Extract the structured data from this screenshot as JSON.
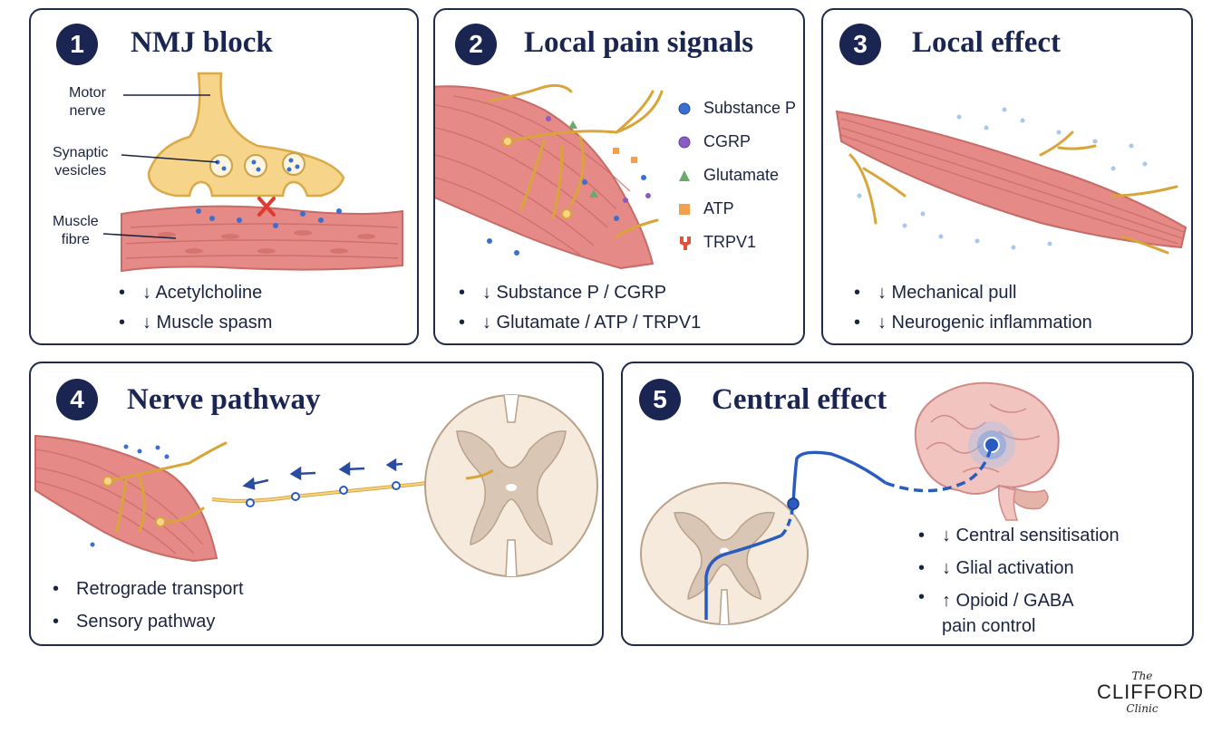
{
  "panels": [
    {
      "number": "1",
      "title": "NMJ block",
      "labels": {
        "motor_nerve": "Motor\nnerve",
        "synaptic_vesicles": "Synaptic\nvesicles",
        "muscle_fibre": "Muscle\nfibre"
      },
      "bullets": [
        "↓ Acetylcholine",
        "↓ Muscle spasm"
      ]
    },
    {
      "number": "2",
      "title": "Local pain signals",
      "legend": [
        {
          "label": "Substance P",
          "icon": "blue-circle-icon",
          "color": "#3a6fd0"
        },
        {
          "label": "CGRP",
          "icon": "purple-circle-icon",
          "color": "#8a5cc0"
        },
        {
          "label": "Glutamate",
          "icon": "green-triangle-icon",
          "color": "#6aab6a"
        },
        {
          "label": "ATP",
          "icon": "orange-square-icon",
          "color": "#f0a050"
        },
        {
          "label": "TRPV1",
          "icon": "red-receptor-icon",
          "color": "#e0543c"
        }
      ],
      "bullets": [
        "↓ Substance P / CGRP",
        "↓ Glutamate / ATP / TRPV1"
      ]
    },
    {
      "number": "3",
      "title": "Local effect",
      "bullets": [
        "↓ Mechanical pull",
        "↓ Neurogenic inflammation"
      ]
    },
    {
      "number": "4",
      "title": "Nerve pathway",
      "bullets": [
        "Retrograde transport",
        "Sensory pathway"
      ]
    },
    {
      "number": "5",
      "title": "Central effect",
      "bullets": [
        "↓ Central sensitisation",
        "↓ Glial activation",
        "↑ Opioid / GABA\npain control"
      ]
    }
  ],
  "logo": {
    "top": "The",
    "main": "CLIFFORD",
    "bottom": "Clinic"
  },
  "colors": {
    "navy": "#1a2552",
    "nerve": "#e8b84a",
    "muscle": "#e58a86",
    "spinal": "#f5eadc",
    "blue_path": "#2a5cc0"
  }
}
